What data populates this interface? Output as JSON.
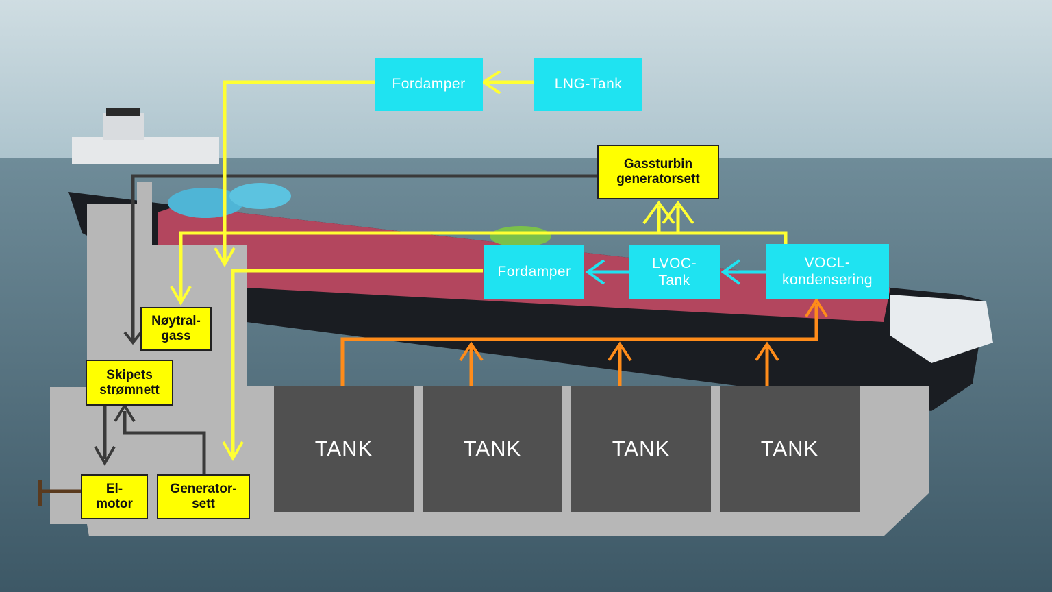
{
  "colors": {
    "cyan_box": "#1fe3f1",
    "yellow_box": "#ffff00",
    "tank": "#505050",
    "hull_section": "#b7b7b7",
    "yellow_flow": "#ffff33",
    "cyan_flow": "#1fe3f1",
    "orange_flow": "#ff8c1a",
    "dark_flow": "#3a3a3a",
    "shaft": "#5a3a1e"
  },
  "cyan_boxes": {
    "fordamper_top": "Fordamper",
    "lng_tank": "LNG-Tank",
    "fordamper_mid": "Fordamper",
    "lvoc_tank": "LVOC-\nTank",
    "vocl": "VOCL-\nkondensering"
  },
  "yellow_boxes": {
    "gassturbin": "Gassturbin\ngeneratorsett",
    "noytralgass": "Nøytral-\ngass",
    "skipets": "Skipets\nstrømnett",
    "elmotor": "El-\nmotor",
    "generatorsett": "Generator-\nsett"
  },
  "tanks": [
    "TANK",
    "TANK",
    "TANK",
    "TANK"
  ]
}
